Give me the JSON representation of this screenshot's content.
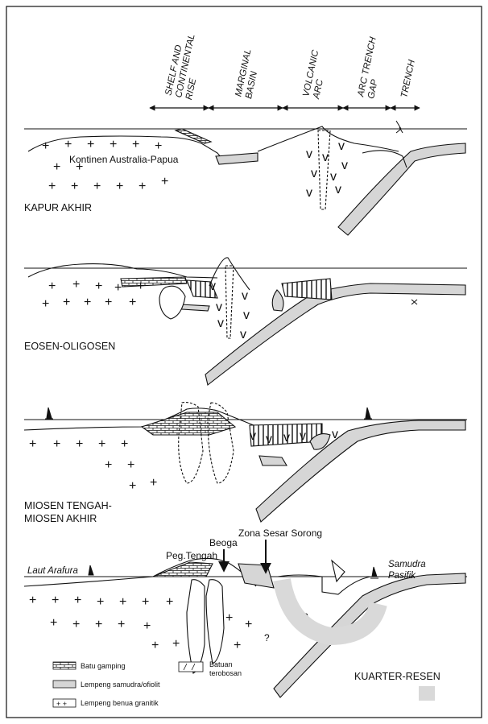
{
  "header": {
    "zones": [
      "SHELF AND CONTINENTAL RISE",
      "MARGINAL BASIN",
      "VOLCANIC ARC",
      "ARC TRENCH GAP",
      "TRENCH"
    ],
    "zone_lines": [
      [
        "SHELF AND",
        "CONTINENTAL",
        "RISE"
      ],
      [
        "MARGINAL",
        "BASIN"
      ],
      [
        "VOLCANIC",
        "ARC"
      ],
      [
        "ARC TRENCH",
        "GAP"
      ],
      [
        "TRENCH"
      ]
    ]
  },
  "panels": {
    "p1": {
      "stage": "KAPUR AKHIR",
      "continent": "Kontinen Australia-Papua"
    },
    "p2": {
      "stage": "EOSEN-OLIGOSEN"
    },
    "p3": {
      "stage_line1": "MIOSEN TENGAH-",
      "stage_line2": "MIOSEN AKHIR"
    },
    "p4": {
      "stage": "KUARTER-RESEN",
      "beoga": "Beoga",
      "peg_tengah": "Peg.Tengah",
      "zona_sesar": "Zona Sesar Sorong",
      "laut": "Laut Arafura",
      "samudra_1": "Samudra",
      "samudra_2": "Pasifik",
      "question": "?"
    }
  },
  "legend": {
    "limestone": "Batu gamping",
    "oceanic": "Lempeng samudra/ofiolit",
    "continental": "Lempeng benua granitik",
    "intrusive_1": "Batuan",
    "intrusive_2": "terobosan"
  },
  "colors": {
    "ink": "#111111",
    "oceanic_fill": "#d6d6d6",
    "watermark": "#d9d9d9"
  }
}
